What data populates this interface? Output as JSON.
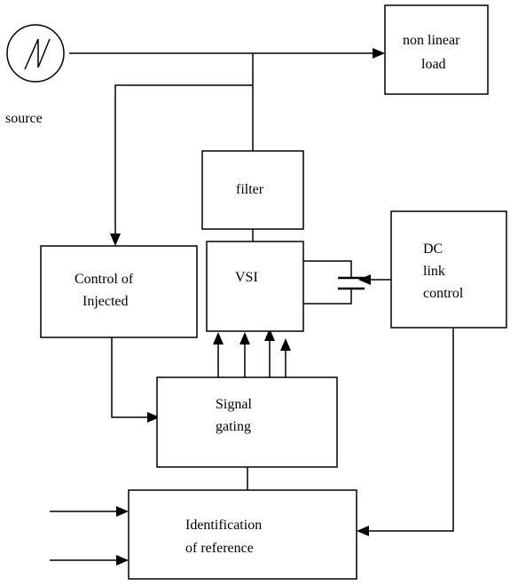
{
  "diagram": {
    "source_label": "source",
    "blocks": {
      "load_line1": "non linear",
      "load_line2": "load",
      "filter": "filter",
      "vsi": "VSI",
      "dc_line1": "DC",
      "dc_line2": "link",
      "dc_line3": "control",
      "control_line1": "Control of",
      "control_line2": "Injected",
      "signal_line1": "Signal",
      "signal_line2": "gating",
      "ident_line1": "Identification",
      "ident_line2": "of reference"
    }
  }
}
